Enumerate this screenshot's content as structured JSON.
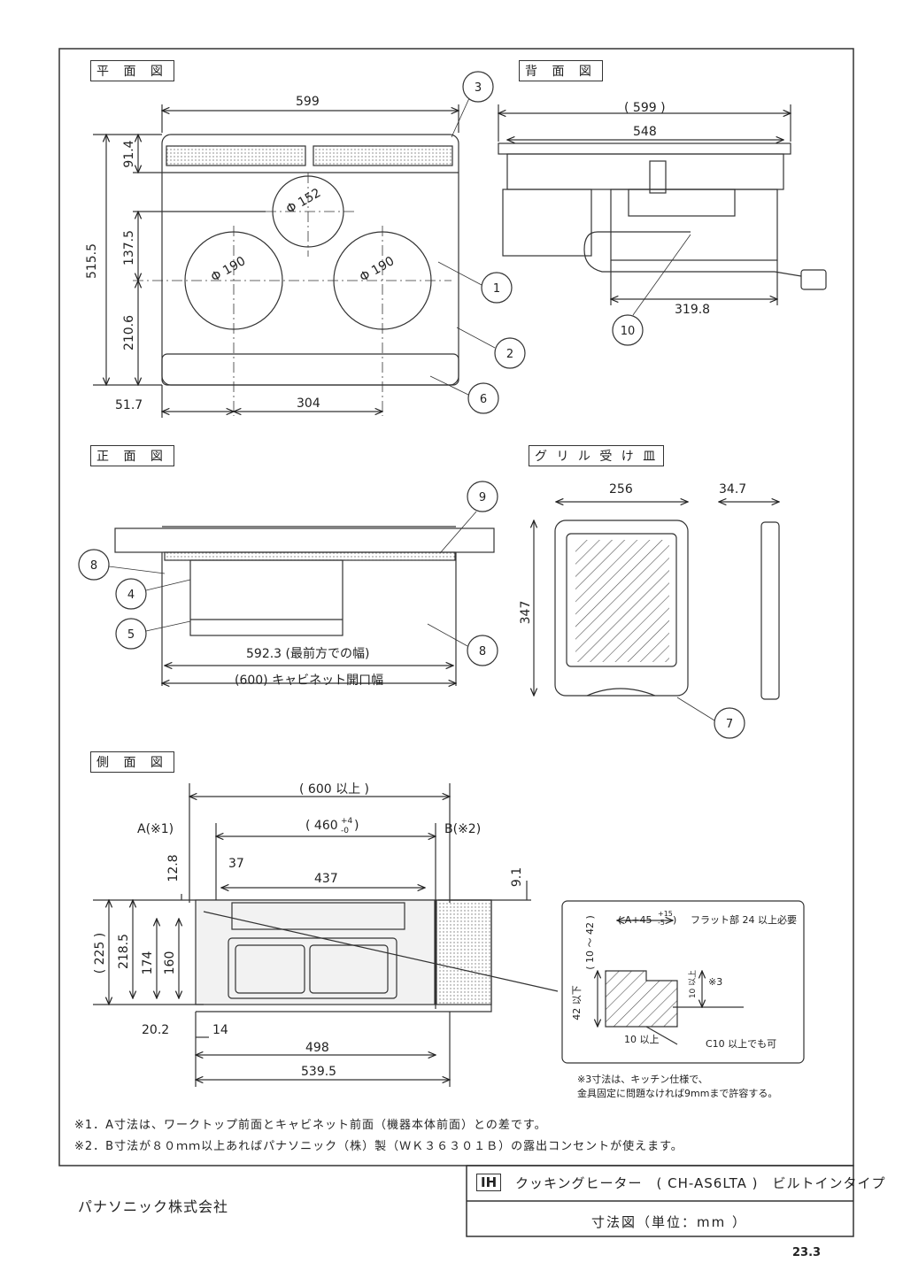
{
  "sections": {
    "plan": "平 面 図",
    "back": "背 面 図",
    "front": "正 面 図",
    "tray": "グ リ ル 受 け 皿",
    "side": "側 面 図"
  },
  "plan_dims": {
    "width": "599",
    "depth": "515.5",
    "d_top": "91.4",
    "d_mid": "137.5",
    "d_bottom": "210.6",
    "left_offset": "51.7",
    "burner_spacing": "304",
    "burner_center": "Φ 152",
    "burner_left": "Φ 190",
    "burner_right": "Φ 190"
  },
  "back_dims": {
    "width_total": "( 599 )",
    "width_body": "548",
    "cord_offset": "319.8"
  },
  "front_dims": {
    "front_width": "592.3 (最前方での幅)",
    "cabinet_width": "(600) キャビネット開口幅"
  },
  "tray_dims": {
    "width": "256",
    "thickness": "34.7",
    "depth": "347"
  },
  "side_dims": {
    "min_depth": "( 600 以上 )",
    "cut_depth": "( 460",
    "cut_tol_plus": "+4",
    "cut_tol_minus": "-0",
    "cut_close": ")",
    "a_label": "A(※1)",
    "b_label": "B(※2)",
    "d_12_8": "12.8",
    "d_37": "37",
    "d_437": "437",
    "d_9_1": "9.1",
    "d_225": "( 225 )",
    "d_218_5": "218.5",
    "d_174": "174",
    "d_160": "160",
    "d_20_2": "20.2",
    "d_14": "14",
    "d_498": "498",
    "d_539_5": "539.5"
  },
  "detail": {
    "a_plus": "( A+45",
    "a_tol_plus": "+15",
    "a_tol_minus": "-5",
    "a_close": ")",
    "flat_note": "フラット部 24 以上必要",
    "range": "( 10 ～ 42 )",
    "max42": "42 以下",
    "min10_side": "10 以上",
    "ref3": "※3",
    "min10_bottom": "10 以上",
    "c10": "C10 以上でも可"
  },
  "note3": [
    "※3寸法は、キッチン仕様で、",
    "金具固定に問題なければ9mmまで許容する。"
  ],
  "callouts": [
    "1",
    "2",
    "3",
    "4",
    "5",
    "6",
    "7",
    "8",
    "8",
    "9",
    "10"
  ],
  "footnotes": [
    "※1．A寸法は、ワークトップ前面とキャビネット前面（機器本体前面）との差です。",
    "※2．B寸法が８０ｍｍ以上あればパナソニック（株）製（ＷＫ３６３０１Ｂ）の露出コンセントが使えます。"
  ],
  "title_block": {
    "company": "パナソニック株式会社",
    "ih": "IH",
    "product": "クッキングヒーター　( CH-AS6LTA )　ビルトインタイプ",
    "drawing": "寸法図（単位：mm ）"
  },
  "date": "23.3"
}
